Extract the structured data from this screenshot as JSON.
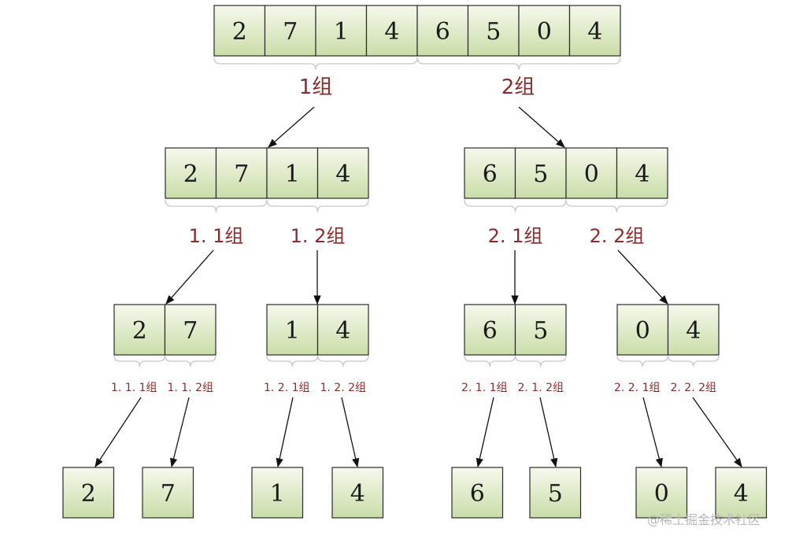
{
  "level0": {
    "values": [
      "2",
      "7",
      "1",
      "4",
      "6",
      "5",
      "0",
      "4"
    ],
    "labels": [
      "1组",
      "2组"
    ]
  },
  "level1": {
    "groups": [
      {
        "values": [
          "2",
          "7",
          "1",
          "4"
        ],
        "labels": [
          "1. 1组",
          "1. 2组"
        ]
      },
      {
        "values": [
          "6",
          "5",
          "0",
          "4"
        ],
        "labels": [
          "2. 1组",
          "2. 2组"
        ]
      }
    ]
  },
  "level2": {
    "groups": [
      {
        "values": [
          "2",
          "7"
        ],
        "labels": [
          "1. 1. 1组",
          "1. 1. 2组"
        ]
      },
      {
        "values": [
          "1",
          "4"
        ],
        "labels": [
          "1. 2. 1组",
          "1. 2. 2组"
        ]
      },
      {
        "values": [
          "6",
          "5"
        ],
        "labels": [
          "2. 1. 1组",
          "2. 1. 2组"
        ]
      },
      {
        "values": [
          "0",
          "4"
        ],
        "labels": [
          "2. 2. 1组",
          "2. 2. 2组"
        ]
      }
    ]
  },
  "level3": {
    "values": [
      "2",
      "7",
      "1",
      "4",
      "6",
      "5",
      "0",
      "4"
    ]
  },
  "colors": {
    "cell_fill_top": "#f5f9ec",
    "cell_fill_bottom": "#c9dda8",
    "label": "#8b2c2c",
    "brace": "#c8c8c8"
  },
  "watermark": "@稀土掘金技术社区"
}
